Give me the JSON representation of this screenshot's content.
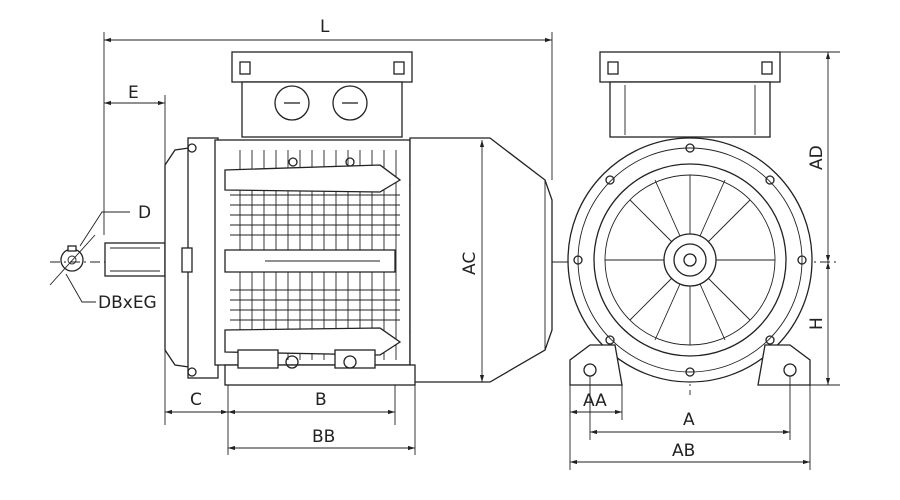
{
  "labels": {
    "L": "L",
    "E": "E",
    "D": "D",
    "DBxEG": "DBxEG",
    "AC": "AC",
    "C": "C",
    "B": "B",
    "BB": "BB",
    "AD": "AD",
    "H": "H",
    "AA": "AA",
    "A": "A",
    "AB": "AB"
  },
  "colors": {
    "line": "#222222",
    "background": "#ffffff"
  }
}
